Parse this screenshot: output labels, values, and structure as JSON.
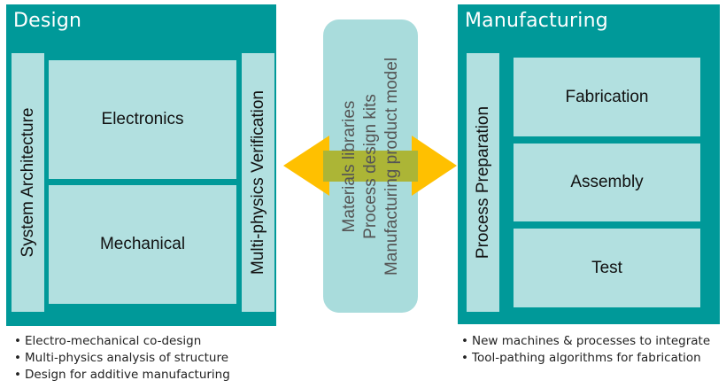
{
  "design": {
    "title": "Design",
    "left_column": "System Architecture",
    "right_column": "Multi-physics Verification",
    "blocks": [
      "Electronics",
      "Mechanical"
    ],
    "bullets": [
      "Electro-mechanical co-design",
      "Multi-physics analysis of structure",
      "Design for additive manufacturing"
    ]
  },
  "center": {
    "lines": [
      "Materials libraries",
      "Process design kits",
      "Manufacturing product model"
    ],
    "arrow_icon": "double-headed-arrow"
  },
  "manufacturing": {
    "title": "Manufacturing",
    "left_column": "Process Preparation",
    "blocks": [
      "Fabrication",
      "Assembly",
      "Test"
    ],
    "bullets": [
      "New machines & processes to integrate",
      "Tool-pathing algorithms for fabrication"
    ]
  },
  "colors": {
    "panel": "#009999",
    "block": "#b2e0e0",
    "center_box": "#a9dcdc",
    "arrow": "#ffc000",
    "arrow_overlap": "#acb536"
  },
  "bullet_glyph": "•"
}
